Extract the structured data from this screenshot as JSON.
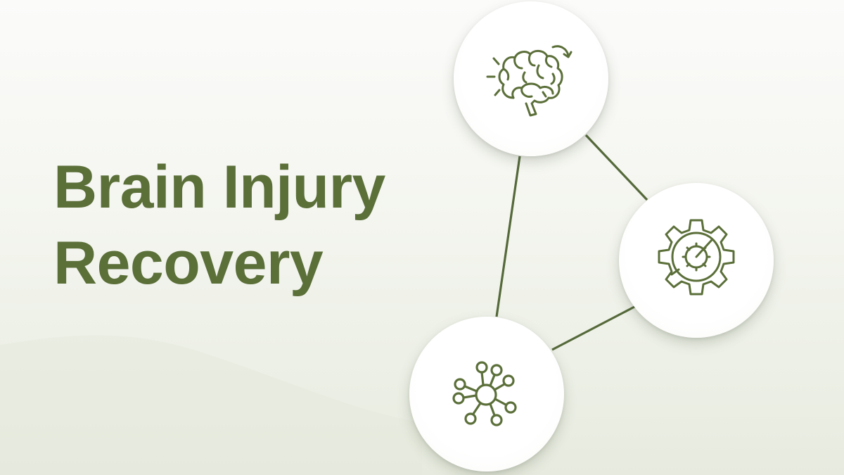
{
  "title": {
    "line1": "Brain Injury",
    "line2": "Recovery"
  },
  "colors": {
    "accent": "#5b6f39",
    "line": "#55693a",
    "node_fill": "#ffffff",
    "background_top": "#fbfbfa",
    "background_bottom": "#e7ebdf"
  },
  "nodes": [
    {
      "id": "brain",
      "icon": "brain-with-rotating-arrow-icon"
    },
    {
      "id": "gear",
      "icon": "gear-with-gauge-icon"
    },
    {
      "id": "network",
      "icon": "neural-network-hub-icon"
    }
  ]
}
